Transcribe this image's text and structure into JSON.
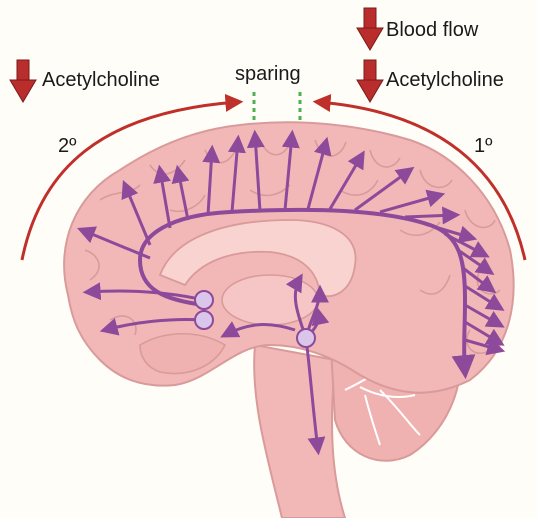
{
  "labels": {
    "left_acetylcholine": "Acetylcholine",
    "right_acetylcholine": "Acetylcholine",
    "blood_flow": "Blood flow",
    "sparing": "sparing",
    "secondary": "2º",
    "primary": "1º"
  },
  "colors": {
    "background": "#fffdf7",
    "brain_fill": "#f2b8b8",
    "brain_outline": "#d99a9a",
    "inner_fill": "#f9d3d0",
    "pathway": "#8e4a9a",
    "node_fill": "#d9c6ea",
    "arc": "#c0302b",
    "down_arrow": "#b92d2d",
    "sparing_dash": "#4caf50"
  },
  "icons": {
    "down_arrow": "down-arrow-icon",
    "node": "nucleus-node-icon"
  }
}
